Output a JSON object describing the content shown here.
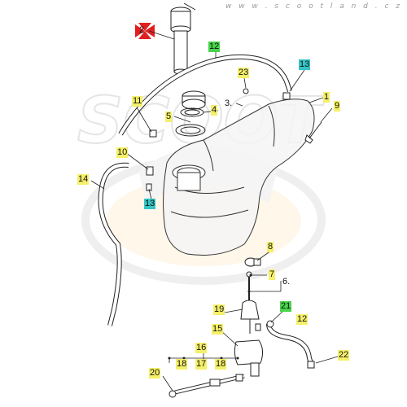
{
  "watermark": {
    "url": "w w w . s c o o t l a n d . c z",
    "logo_text": "SCOOT"
  },
  "callouts": [
    {
      "id": "c2",
      "text": "2",
      "tag": "red"
    },
    {
      "id": "c12a",
      "text": "12",
      "tag": "green"
    },
    {
      "id": "c13a",
      "text": "13",
      "tag": "cyan"
    },
    {
      "id": "c1",
      "text": "1",
      "tag": "yellow"
    },
    {
      "id": "c23",
      "text": "23",
      "tag": "yellow"
    },
    {
      "id": "c3",
      "text": "3.",
      "tag": "none"
    },
    {
      "id": "c4",
      "text": "4",
      "tag": "yellow"
    },
    {
      "id": "c11",
      "text": "11",
      "tag": "yellow"
    },
    {
      "id": "c5",
      "text": "5",
      "tag": "yellow"
    },
    {
      "id": "c9",
      "text": "9",
      "tag": "yellow"
    },
    {
      "id": "c10",
      "text": "10",
      "tag": "yellow"
    },
    {
      "id": "c14",
      "text": "14",
      "tag": "yellow"
    },
    {
      "id": "c13b",
      "text": "13",
      "tag": "cyan"
    },
    {
      "id": "c8",
      "text": "8",
      "tag": "yellow"
    },
    {
      "id": "c7",
      "text": "7",
      "tag": "yellow"
    },
    {
      "id": "c6",
      "text": "6.",
      "tag": "none"
    },
    {
      "id": "c19",
      "text": "19",
      "tag": "yellow"
    },
    {
      "id": "c21",
      "text": "21",
      "tag": "green"
    },
    {
      "id": "c12b",
      "text": "12",
      "tag": "yellow"
    },
    {
      "id": "c15",
      "text": "15",
      "tag": "yellow"
    },
    {
      "id": "c16",
      "text": "16",
      "tag": "yellow"
    },
    {
      "id": "c22",
      "text": "22",
      "tag": "yellow"
    },
    {
      "id": "c18a",
      "text": "18",
      "tag": "yellow"
    },
    {
      "id": "c17",
      "text": "17",
      "tag": "yellow"
    },
    {
      "id": "c18b",
      "text": "18",
      "tag": "yellow"
    },
    {
      "id": "c20",
      "text": "20",
      "tag": "yellow"
    }
  ],
  "colors": {
    "yellow": "#f5f06a",
    "green": "#47d44a",
    "cyan": "#36c4c4",
    "red_marker": "#e02020",
    "line": "#222222",
    "watermark": "#d8d8d8",
    "watermark_orange": "#f4d9a8"
  }
}
